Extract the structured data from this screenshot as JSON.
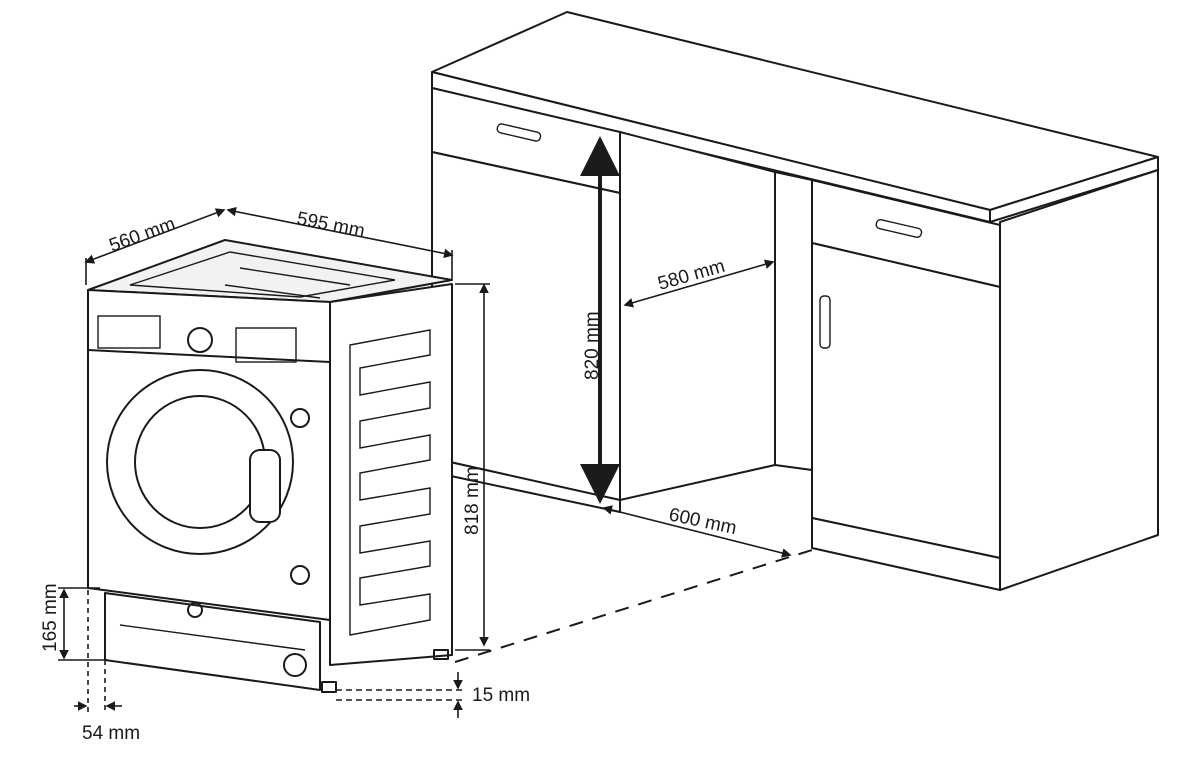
{
  "dimensions": {
    "depth": "560 mm",
    "width": "595 mm",
    "niche_depth": "580 mm",
    "niche_height": "820 mm",
    "appliance_height": "818 mm",
    "niche_width": "600 mm",
    "plinth_height": "165 mm",
    "foot_clearance": "15 mm",
    "plinth_offset": "54 mm"
  }
}
